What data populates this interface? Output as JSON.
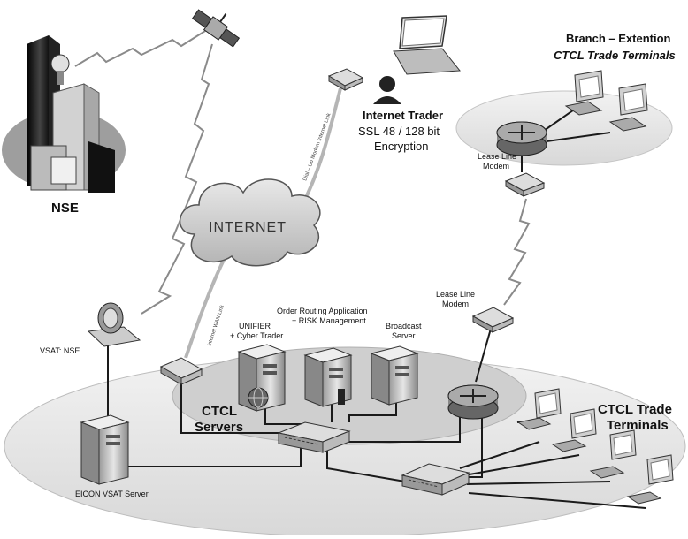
{
  "labels": {
    "nse": "NSE",
    "internet": "INTERNET",
    "internet_trader": "Internet Trader",
    "internet_trader_line1": "SSL 48 / 128 bit",
    "internet_trader_line2": "Encryption",
    "branch_line1": "Branch – Extention",
    "branch_line2": "CTCL Trade Terminals",
    "lease_line_modem_top_1": "Lease Line",
    "lease_line_modem_top_2": "Modem",
    "lease_line_modem_mid_1": "Lease Line",
    "lease_line_modem_mid_2": "Modem",
    "vsat_nse": "VSAT: NSE",
    "unifier_1": "UNIFIER",
    "unifier_2": "+ Cyber Trader",
    "order_routing_1": "Order Routing Application",
    "order_routing_2": "+ RISK Management",
    "broadcast_1": "Broadcast",
    "broadcast_2": "Server",
    "ctcl_servers_1": "CTCL",
    "ctcl_servers_2": "Servers",
    "ctcl_terminals_1": "CTCL Trade",
    "ctcl_terminals_2": "Terminals",
    "eicon_vsat_server": "EICON VSAT Server",
    "dialup_link": "Dial – Up Modem Internet Link",
    "internet_wan_link": "Internet WAN Link"
  },
  "icons": [
    "nse-building-icon",
    "satellite-icon",
    "laptop-icon",
    "user-icon",
    "internet-cloud-icon",
    "router-icon",
    "modem-icon",
    "server-icon",
    "switch-icon",
    "workstation-icon",
    "vsat-dish-icon",
    "globe-icon"
  ]
}
